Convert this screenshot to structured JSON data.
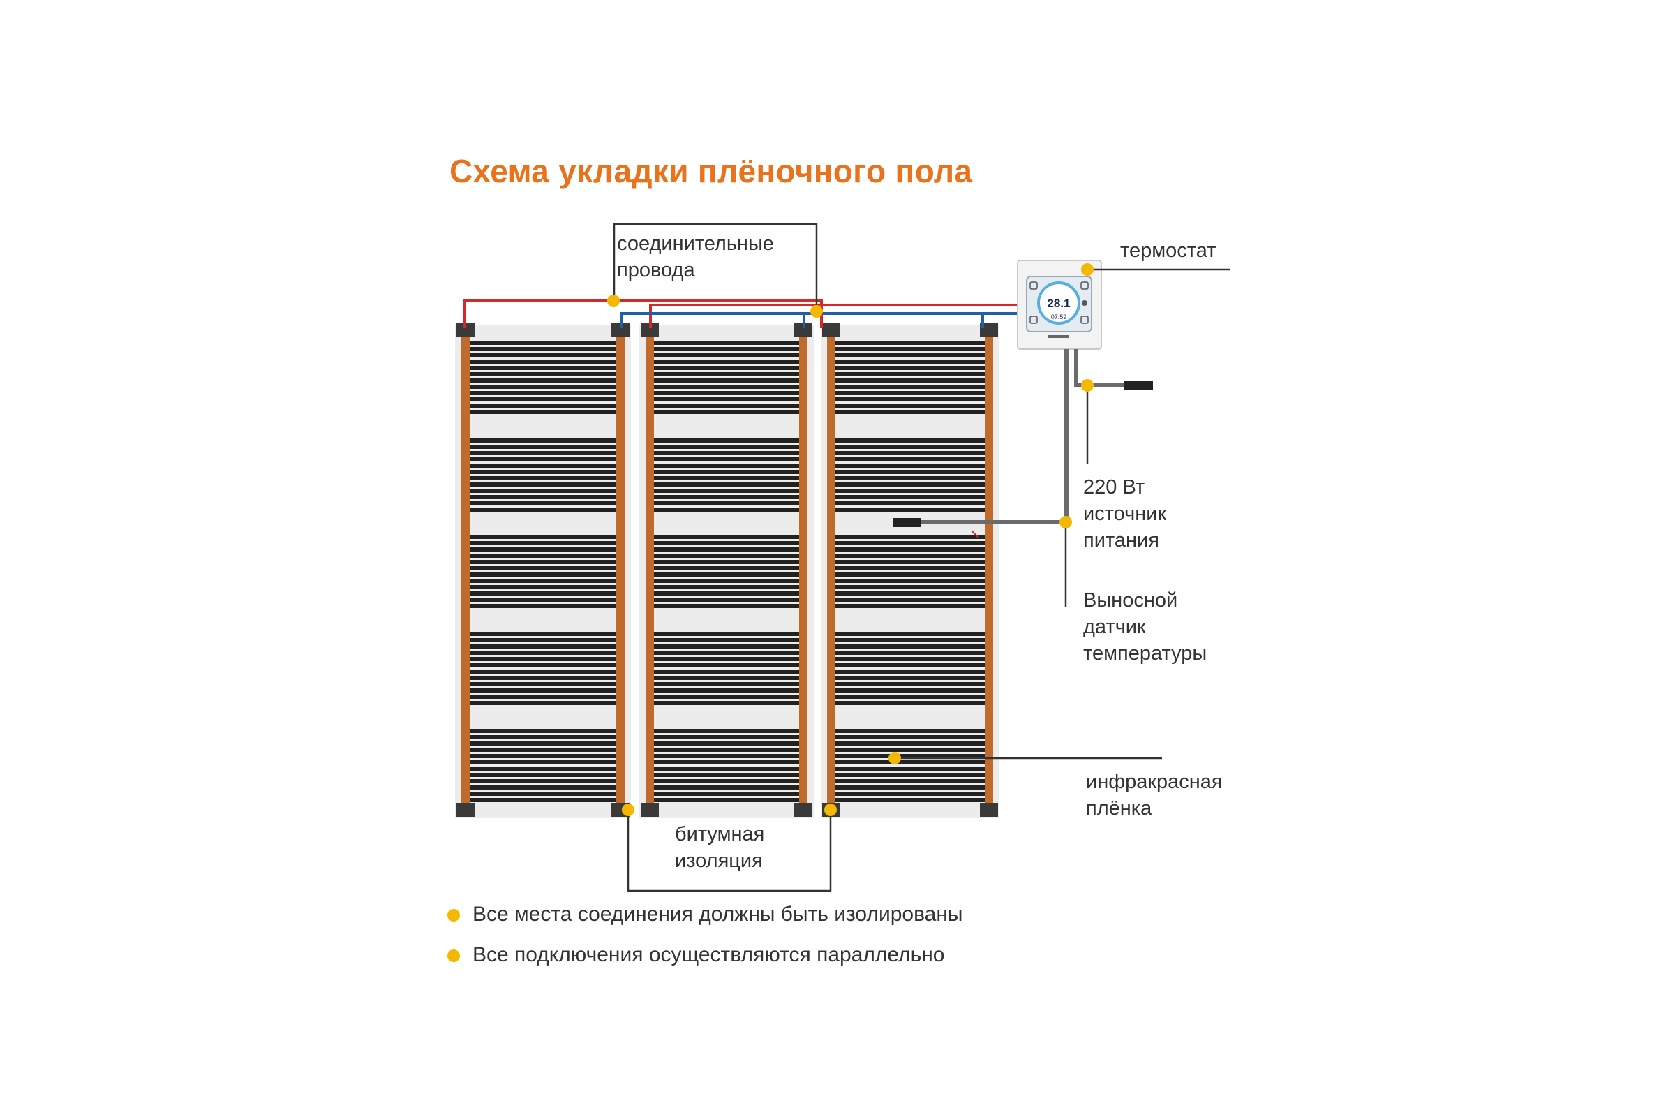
{
  "title": "Схема укладки плёночного пола",
  "labels": {
    "wires": [
      "соединительные",
      "провода"
    ],
    "thermostat": "термостат",
    "power": [
      "220 Вт",
      "источник",
      "питания"
    ],
    "sensor": [
      "Выносной",
      "датчик",
      "температуры"
    ],
    "film": [
      "инфракрасная",
      "плёнка"
    ],
    "insulation": [
      "битумная",
      "изоляция"
    ]
  },
  "thermostat_display": {
    "temperature": "28.1",
    "time": "07:59"
  },
  "notes": [
    "Все места соединения должны быть изолированы",
    "Все подключения осуществляются параллельно"
  ],
  "colors": {
    "title": "#e8731c",
    "marker": "#f5b800",
    "live_wire": "#d62828",
    "neutral_wire": "#1f5fa8",
    "bus_strip": "#c06a2b",
    "carbon_band": "#222222",
    "clamp": "#3a3a3a",
    "leader_line": "#333333"
  }
}
